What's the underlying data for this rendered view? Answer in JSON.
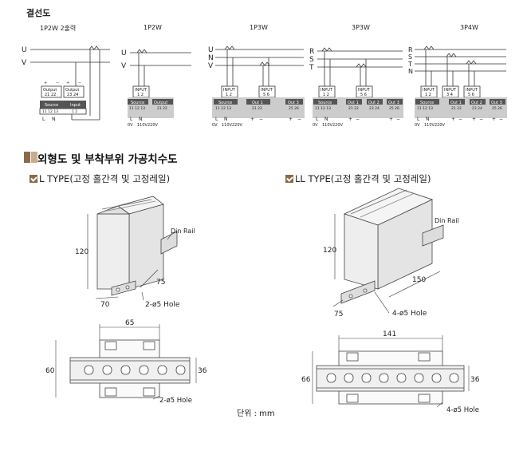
{
  "wiring": {
    "title": "결선도",
    "diagrams": [
      {
        "title": "1P2W 2출력",
        "lines": [
          "U",
          "V"
        ],
        "blocks": [
          {
            "head": "Output",
            "nums": "21 22"
          },
          {
            "head": "Output",
            "nums": "23 24"
          }
        ],
        "src_blocks": [
          {
            "head": "Source",
            "nums": "11 12 13"
          },
          {
            "head": "Input",
            "nums": "1 2"
          }
        ],
        "bottom": [
          "L",
          "N"
        ]
      },
      {
        "title": "1P2W",
        "lines": [
          "U",
          "V"
        ],
        "blocks": [
          {
            "head": "INPUT",
            "nums": "1 2"
          }
        ],
        "src_blocks": [
          {
            "head": "Source",
            "nums": "11 12 13"
          },
          {
            "head": "Output",
            "nums": "21 22"
          }
        ],
        "bottom": [
          "L",
          "N"
        ],
        "voltage": [
          "0V",
          "110V220V"
        ]
      },
      {
        "title": "1P3W",
        "lines": [
          "U",
          "N",
          "V"
        ],
        "blocks": [
          {
            "head": "INPUT",
            "nums": "1 2"
          },
          {
            "head": "INPUT",
            "nums": "5 6"
          }
        ],
        "src_blocks": [
          {
            "head": "Source",
            "nums": "11 12 13"
          },
          {
            "head": "Out 1",
            "nums": "21 22"
          },
          {
            "head": "Out 3",
            "nums": "25 26"
          }
        ],
        "bottom": [
          "L",
          "N",
          "+",
          "−",
          "+",
          "−"
        ],
        "voltage": [
          "0V",
          "110V220V"
        ]
      },
      {
        "title": "3P3W",
        "lines": [
          "R",
          "S",
          "T"
        ],
        "blocks": [
          {
            "head": "INPUT",
            "nums": "1 2"
          },
          {
            "head": "INPUT",
            "nums": "5 6"
          }
        ],
        "src_blocks": [
          {
            "head": "Source",
            "nums": "11 12 13"
          },
          {
            "head": "Out 1",
            "nums": "21 22"
          },
          {
            "head": "Out 2",
            "nums": "23 24"
          },
          {
            "head": "Out 3",
            "nums": "25 26"
          }
        ],
        "bottom": [
          "L",
          "N",
          "+",
          "−",
          "+",
          "−"
        ],
        "voltage": [
          "0V",
          "110V220V"
        ]
      },
      {
        "title": "3P4W",
        "lines": [
          "R",
          "S",
          "T",
          "N"
        ],
        "blocks": [
          {
            "head": "INPUT",
            "nums": "1 2"
          },
          {
            "head": "INPUT",
            "nums": "3 4"
          },
          {
            "head": "INPUT",
            "nums": "5 6"
          }
        ],
        "src_blocks": [
          {
            "head": "Source",
            "nums": "11 12 13"
          },
          {
            "head": "Out 1",
            "nums": "21 22"
          },
          {
            "head": "Out 2",
            "nums": "23 24"
          },
          {
            "head": "Out 3",
            "nums": "25 26"
          }
        ],
        "bottom": [
          "L",
          "N",
          "+",
          "−",
          "+",
          "−",
          "+",
          "−"
        ],
        "voltage": [
          "0V",
          "110V220V"
        ]
      }
    ]
  },
  "dimensions": {
    "section_title": "외형도 및 부착부위 가공치수도",
    "colors": {
      "square_dark": "#8a6a4a",
      "square_light": "#c8ad8c"
    },
    "l_type": {
      "title": "L TYPE(고정 홀간격 및 고정레일)",
      "iso": {
        "height": "120",
        "depth": "75",
        "width": "70",
        "hole": "2-ø5 Hole",
        "rail": "Din Rail"
      },
      "top": {
        "width": "65",
        "height": "60",
        "rail": "36",
        "hole": "2-ø5 Hole"
      }
    },
    "ll_type": {
      "title": "LL TYPE(고정 홀간격 및 고정레일)",
      "iso": {
        "height": "120",
        "depth": "150",
        "width": "75",
        "hole": "4-ø5 Hole",
        "rail": "Din Rail"
      },
      "top": {
        "width": "141",
        "height": "66",
        "rail": "36",
        "hole": "4-ø5 Hole"
      }
    },
    "unit": "단위 : mm"
  }
}
